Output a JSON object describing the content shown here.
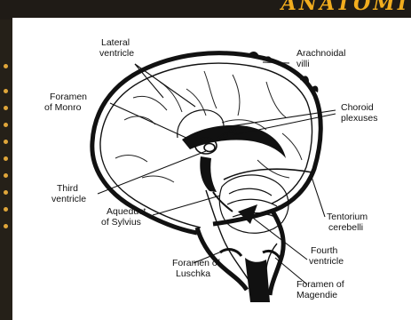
{
  "header": {
    "text": "ANATOMI"
  },
  "diagram": {
    "labels": {
      "lateral_ventricle": [
        "Lateral",
        "ventricle"
      ],
      "arachnoidal_villi": [
        "Arachnoidal",
        "villi"
      ],
      "foramen_monro": [
        "Foramen",
        "of Monro"
      ],
      "choroid_plexuses": [
        "Choroid",
        "plexuses"
      ],
      "third_ventricle": [
        "Third",
        "ventricle"
      ],
      "aqueduct_sylvius": [
        "Aqueduct",
        "of Sylvius"
      ],
      "tentorium_cerebelli": [
        "Tentorium",
        "cerebelli"
      ],
      "fourth_ventricle": [
        "Fourth",
        "ventricle"
      ],
      "foramen_luschka": [
        "Foramen of",
        "Luschka"
      ],
      "foramen_magendie": [
        "Foramen of",
        "Magendie"
      ]
    }
  }
}
